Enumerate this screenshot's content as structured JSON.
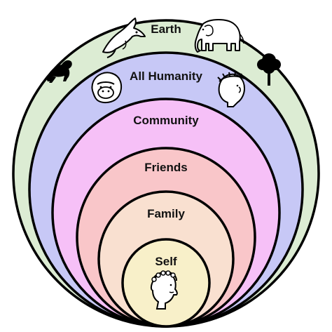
{
  "diagram": {
    "rings": [
      {
        "label": "Earth",
        "fill": "#dcecd3",
        "icons": [
          "dolphin-icon",
          "elephant-icon",
          "chimpanzee-icon",
          "tree-icon"
        ]
      },
      {
        "label": "All Humanity",
        "fill": "#c7c8f6",
        "icons": [
          "gorilla-head-icon",
          "laurel-head-icon"
        ]
      },
      {
        "label": "Community",
        "fill": "#f6c0f7",
        "icons": []
      },
      {
        "label": "Friends",
        "fill": "#f9c6c9",
        "icons": []
      },
      {
        "label": "Family",
        "fill": "#f9e0d0",
        "icons": []
      },
      {
        "label": "Self",
        "fill": "#f8f0c9",
        "icons": [
          "self-portrait-icon"
        ]
      }
    ],
    "stroke_color": "#000000"
  }
}
